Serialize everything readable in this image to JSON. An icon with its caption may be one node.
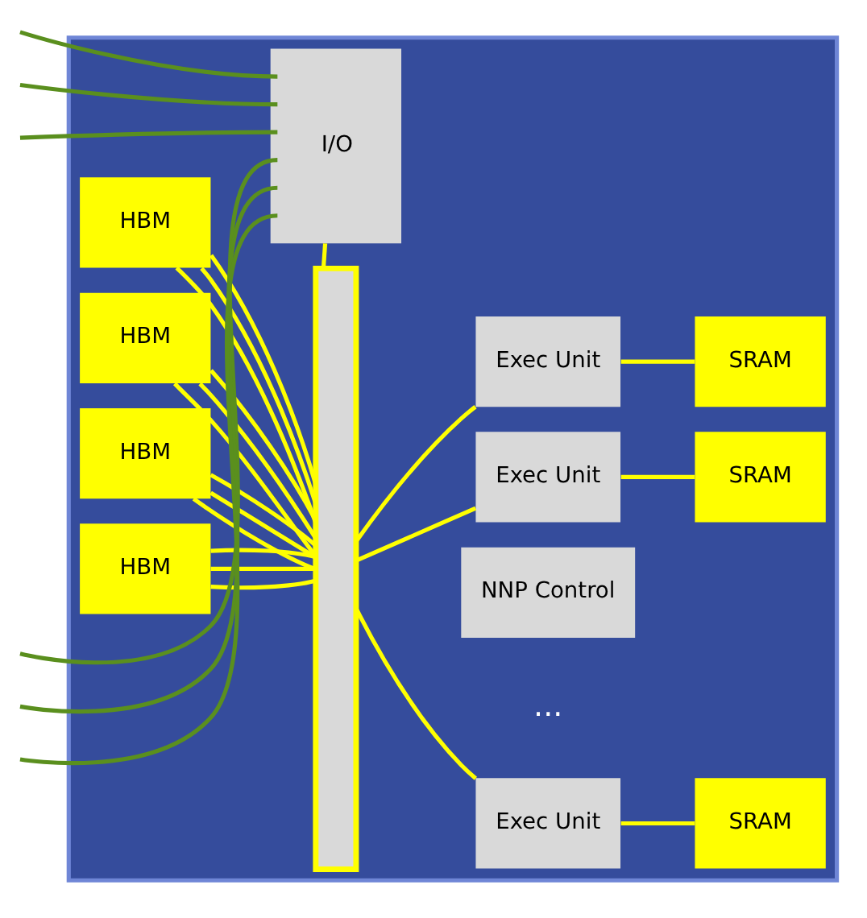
{
  "diagram": {
    "nodes": [
      {
        "text": [],
        "shape": "box"
      },
      {
        "text": [
          "I/O"
        ],
        "in": 0
      },
      {
        "text": [
          "NNP Control"
        ],
        "in": 0
      },
      {
        "text": [
          "HBM"
        ],
        "in": 0
      },
      {
        "text": [],
        "shape": "bar",
        "in": 0
      },
      {
        "text": [
          "Exec Unit"
        ],
        "in": 0
      },
      {
        "text": [
          "SRAM"
        ],
        "in": 0
      },
      {
        "text": [
          "HBM"
        ],
        "in": 0
      },
      {
        "text": [
          "Exec Unit"
        ],
        "in": 0
      },
      {
        "text": [
          "SRAM"
        ],
        "in": 0
      },
      {
        "text": [
          "HBM"
        ],
        "in": 0
      },
      {
        "text": [
          "HBM"
        ],
        "in": 0
      },
      {
        "text": [
          "Exec Unit"
        ],
        "in": 0
      },
      {
        "text": [
          "SRAM"
        ],
        "in": 0
      }
    ],
    "edges": [
      {
        "from": null,
        "to": 1,
        "arrow": "none",
        "color": "#5a8f1e"
      },
      {
        "from": null,
        "to": 1,
        "arrow": "none",
        "color": "#5a8f1e"
      },
      {
        "from": null,
        "to": 1,
        "arrow": "none",
        "color": "#5a8f1e"
      },
      {
        "from": null,
        "to": 1,
        "arrow": "none",
        "color": "#5a8f1e"
      },
      {
        "from": null,
        "to": 1,
        "arrow": "none",
        "color": "#5a8f1e"
      },
      {
        "from": null,
        "to": 1,
        "arrow": "none",
        "color": "#5a8f1e"
      },
      {
        "from": 1,
        "to": 4,
        "arrow": "none"
      },
      {
        "from": 3,
        "to": 4,
        "arrow": "none"
      },
      {
        "from": 3,
        "to": 4,
        "arrow": "none"
      },
      {
        "from": 3,
        "to": 4,
        "arrow": "none"
      },
      {
        "from": 7,
        "to": 4,
        "arrow": "none"
      },
      {
        "from": 7,
        "to": 4,
        "arrow": "none"
      },
      {
        "from": 7,
        "to": 4,
        "arrow": "none"
      },
      {
        "from": 10,
        "to": 4,
        "arrow": "none"
      },
      {
        "from": 10,
        "to": 4,
        "arrow": "none"
      },
      {
        "from": 10,
        "to": 4,
        "arrow": "none"
      },
      {
        "from": 11,
        "to": 4,
        "arrow": "none"
      },
      {
        "from": 11,
        "to": 4,
        "arrow": "none"
      },
      {
        "from": 11,
        "to": 4,
        "arrow": "none"
      },
      {
        "from": 4,
        "to": 5,
        "arrow": "none"
      },
      {
        "from": 4,
        "to": 8,
        "arrow": "none"
      },
      {
        "from": 4,
        "to": 12,
        "arrow": "none"
      },
      {
        "from": 5,
        "to": 6,
        "arrow": "none"
      },
      {
        "from": 8,
        "to": 9,
        "arrow": "none"
      },
      {
        "from": 12,
        "to": 13,
        "arrow": "none"
      }
    ],
    "labels": [
      "..."
    ]
  }
}
